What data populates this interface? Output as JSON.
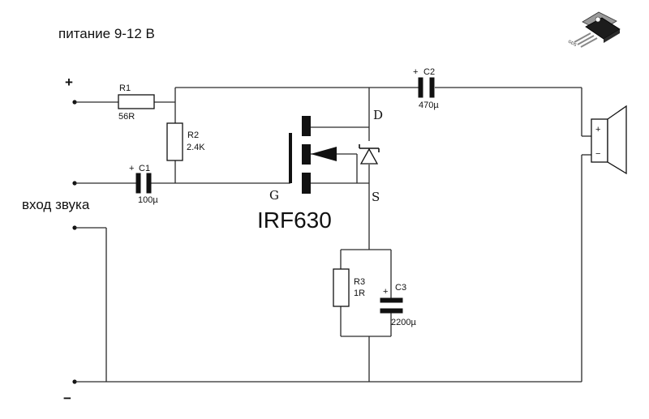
{
  "title": "питание 9-12 В",
  "terminals": {
    "plus": "+",
    "minus": "−",
    "audio_in": "вход звука"
  },
  "components": {
    "R1": {
      "name": "R1",
      "value": "56R"
    },
    "R2": {
      "name": "R2",
      "value": "2.4K"
    },
    "R3": {
      "name": "R3",
      "value": "1R"
    },
    "C1": {
      "name": "C1",
      "value": "100µ",
      "polarity": "+"
    },
    "C2": {
      "name": "C2",
      "value": "470µ",
      "polarity": "+"
    },
    "C3": {
      "name": "C3",
      "value": "2200µ",
      "polarity": "+"
    },
    "mosfet": {
      "part": "IRF630",
      "gate": "G",
      "drain": "D",
      "source": "S"
    },
    "speaker": {
      "plus": "+",
      "minus": "−"
    },
    "package_pins": "GDS"
  },
  "colors": {
    "line": "#2a2a2a",
    "component": "#111111",
    "background": "#ffffff"
  }
}
